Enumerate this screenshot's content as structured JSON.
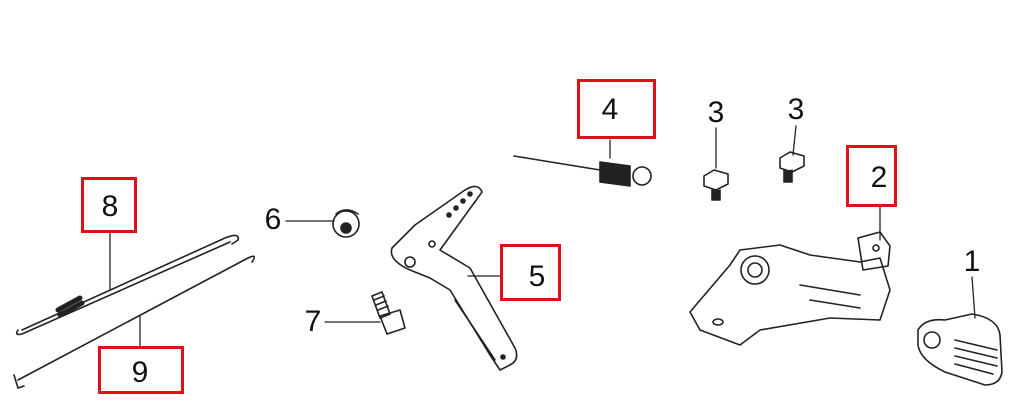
{
  "diagram": {
    "callouts": [
      {
        "id": "part-1",
        "label": "1",
        "highlighted": false
      },
      {
        "id": "part-2",
        "label": "2",
        "highlighted": true
      },
      {
        "id": "part-3a",
        "label": "3",
        "highlighted": false
      },
      {
        "id": "part-3b",
        "label": "3",
        "highlighted": false
      },
      {
        "id": "part-4",
        "label": "4",
        "highlighted": true
      },
      {
        "id": "part-5",
        "label": "5",
        "highlighted": true
      },
      {
        "id": "part-6",
        "label": "6",
        "highlighted": false
      },
      {
        "id": "part-7",
        "label": "7",
        "highlighted": false
      },
      {
        "id": "part-8",
        "label": "8",
        "highlighted": true
      },
      {
        "id": "part-9",
        "label": "9",
        "highlighted": true
      }
    ],
    "highlight_color": "#e0101a"
  }
}
